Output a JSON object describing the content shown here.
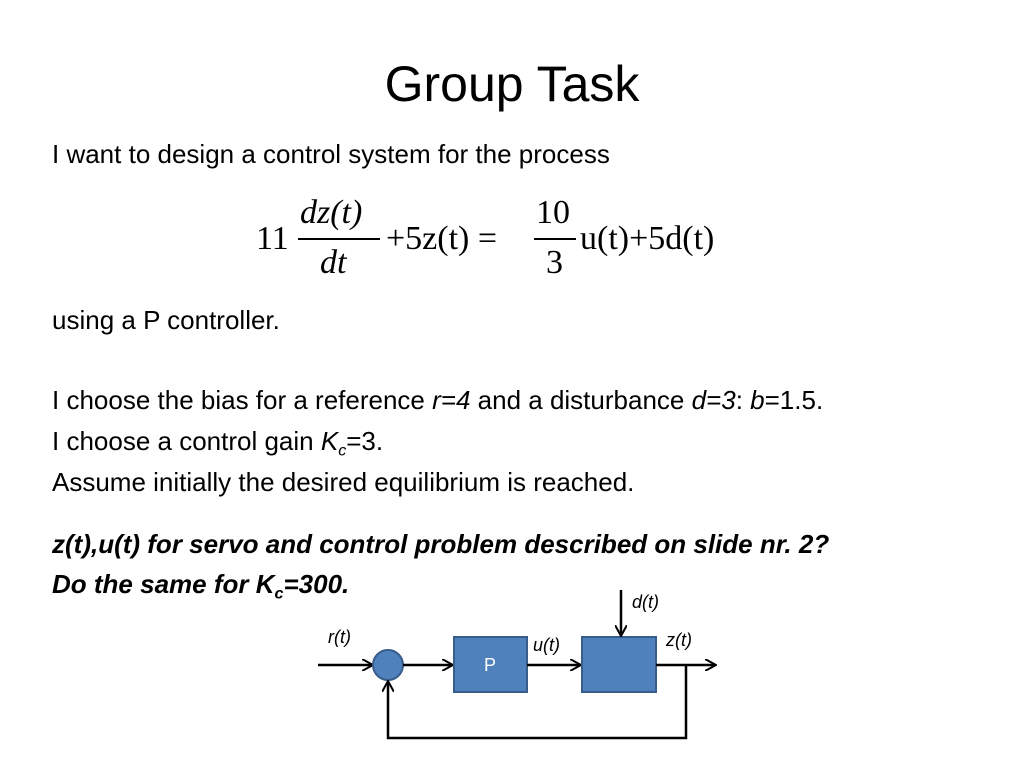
{
  "slide": {
    "title": "Group Task",
    "intro": "I want to design a control system for the process",
    "equation": {
      "coef1": "11",
      "frac1_num": "dz(t)",
      "frac1_den": "dt",
      "term2": "+5z(t) =",
      "frac2_num": "10",
      "frac2_den": "3",
      "term3": "u(t)+5d(t)"
    },
    "using": "using a P controller.",
    "bias": {
      "pre": "I choose the bias for a reference ",
      "r": "r=4",
      "mid": " and a disturbance ",
      "d": "d=3",
      "colon": ": ",
      "b": "b",
      "bval": "=1.5."
    },
    "gain": {
      "pre": "I choose a control gain ",
      "K": "K",
      "sub": "c",
      "val": "=3."
    },
    "assume": "Assume initially the desired equilibrium is reached.",
    "question": {
      "line1": "z(t),u(t) for servo and control problem described on slide nr. 2?",
      "line2_pre": "Do the same for K",
      "line2_sub": "c",
      "line2_post": "=300."
    }
  },
  "diagram": {
    "d_label": "d(t)",
    "r_label": "r(t)",
    "u_label": "u(t)",
    "z_label": "z(t)",
    "controller_label": "P",
    "block_color": "#4f81bd",
    "block_border": "#385d8a"
  }
}
